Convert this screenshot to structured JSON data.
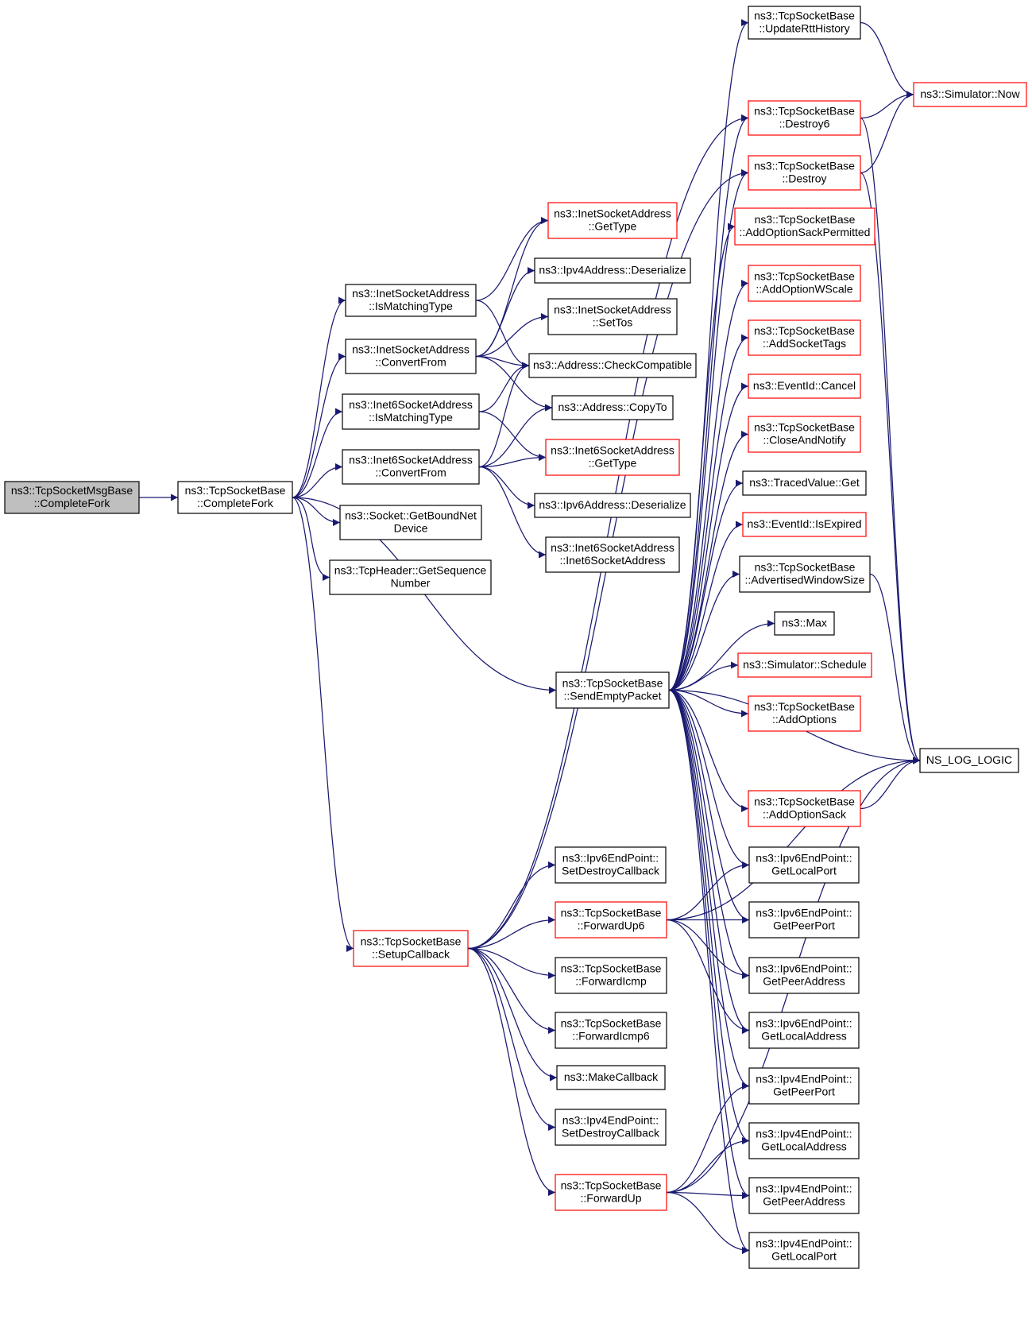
{
  "diagram": {
    "type": "call-graph",
    "colors": {
      "edge": "#191970",
      "node_border": "#000000",
      "node_border_truncated": "#ff0000",
      "root_fill": "#bfbfbf",
      "node_fill": "#ffffff"
    },
    "nodes": [
      {
        "id": "msgbase_completefork",
        "lines": [
          "ns3::TcpSocketMsgBase",
          "::CompleteFork"
        ],
        "style": "root"
      },
      {
        "id": "completefork",
        "lines": [
          "ns3::TcpSocketBase",
          "::CompleteFork"
        ],
        "style": "normal"
      },
      {
        "id": "inet_ismatching",
        "lines": [
          "ns3::InetSocketAddress",
          "::IsMatchingType"
        ],
        "style": "normal"
      },
      {
        "id": "inet_convertfrom",
        "lines": [
          "ns3::InetSocketAddress",
          "::ConvertFrom"
        ],
        "style": "normal"
      },
      {
        "id": "inet6_ismatching",
        "lines": [
          "ns3::Inet6SocketAddress",
          "::IsMatchingType"
        ],
        "style": "normal"
      },
      {
        "id": "inet6_convertfrom",
        "lines": [
          "ns3::Inet6SocketAddress",
          "::ConvertFrom"
        ],
        "style": "normal"
      },
      {
        "id": "getboundnet",
        "lines": [
          "ns3::Socket::GetBoundNet",
          "Device"
        ],
        "style": "normal"
      },
      {
        "id": "getseq",
        "lines": [
          "ns3::TcpHeader::GetSequence",
          "Number"
        ],
        "style": "normal"
      },
      {
        "id": "inet_gettype",
        "lines": [
          "ns3::InetSocketAddress",
          "::GetType"
        ],
        "style": "truncated"
      },
      {
        "id": "ipv4_deser",
        "lines": [
          "ns3::Ipv4Address::Deserialize"
        ],
        "style": "normal"
      },
      {
        "id": "inet_settos",
        "lines": [
          "ns3::InetSocketAddress",
          "::SetTos"
        ],
        "style": "normal"
      },
      {
        "id": "addr_checkcompat",
        "lines": [
          "ns3::Address::CheckCompatible"
        ],
        "style": "normal"
      },
      {
        "id": "addr_copyto",
        "lines": [
          "ns3::Address::CopyTo"
        ],
        "style": "normal"
      },
      {
        "id": "inet6_gettype",
        "lines": [
          "ns3::Inet6SocketAddress",
          "::GetType"
        ],
        "style": "truncated"
      },
      {
        "id": "ipv6_deser",
        "lines": [
          "ns3::Ipv6Address::Deserialize"
        ],
        "style": "normal"
      },
      {
        "id": "inet6_ctor",
        "lines": [
          "ns3::Inet6SocketAddress",
          "::Inet6SocketAddress"
        ],
        "style": "normal"
      },
      {
        "id": "sendempty",
        "lines": [
          "ns3::TcpSocketBase",
          "::SendEmptyPacket"
        ],
        "style": "normal"
      },
      {
        "id": "setupcallback",
        "lines": [
          "ns3::TcpSocketBase",
          "::SetupCallback"
        ],
        "style": "truncated"
      },
      {
        "id": "updatertt",
        "lines": [
          "ns3::TcpSocketBase",
          "::UpdateRttHistory"
        ],
        "style": "normal"
      },
      {
        "id": "sim_now",
        "lines": [
          "ns3::Simulator::Now"
        ],
        "style": "truncated"
      },
      {
        "id": "destroy6",
        "lines": [
          "ns3::TcpSocketBase",
          "::Destroy6"
        ],
        "style": "truncated"
      },
      {
        "id": "destroy",
        "lines": [
          "ns3::TcpSocketBase",
          "::Destroy"
        ],
        "style": "truncated"
      },
      {
        "id": "addsackperm",
        "lines": [
          "ns3::TcpSocketBase",
          "::AddOptionSackPermitted"
        ],
        "style": "truncated"
      },
      {
        "id": "addwscale",
        "lines": [
          "ns3::TcpSocketBase",
          "::AddOptionWScale"
        ],
        "style": "truncated"
      },
      {
        "id": "addsockettags",
        "lines": [
          "ns3::TcpSocketBase",
          "::AddSocketTags"
        ],
        "style": "truncated"
      },
      {
        "id": "event_cancel",
        "lines": [
          "ns3::EventId::Cancel"
        ],
        "style": "truncated"
      },
      {
        "id": "closeandnotify",
        "lines": [
          "ns3::TcpSocketBase",
          "::CloseAndNotify"
        ],
        "style": "truncated"
      },
      {
        "id": "traced_get",
        "lines": [
          "ns3::TracedValue::Get"
        ],
        "style": "normal"
      },
      {
        "id": "event_isexpired",
        "lines": [
          "ns3::EventId::IsExpired"
        ],
        "style": "truncated"
      },
      {
        "id": "advwindow",
        "lines": [
          "ns3::TcpSocketBase",
          "::AdvertisedWindowSize"
        ],
        "style": "normal"
      },
      {
        "id": "max",
        "lines": [
          "ns3::Max"
        ],
        "style": "normal"
      },
      {
        "id": "sim_schedule",
        "lines": [
          "ns3::Simulator::Schedule"
        ],
        "style": "truncated"
      },
      {
        "id": "addoptions",
        "lines": [
          "ns3::TcpSocketBase",
          "::AddOptions"
        ],
        "style": "truncated"
      },
      {
        "id": "ns_log_logic",
        "lines": [
          "NS_LOG_LOGIC"
        ],
        "style": "normal"
      },
      {
        "id": "addoptionsack",
        "lines": [
          "ns3::TcpSocketBase",
          "::AddOptionSack"
        ],
        "style": "truncated"
      },
      {
        "id": "ipv6_setdestroy",
        "lines": [
          "ns3::Ipv6EndPoint::",
          "SetDestroyCallback"
        ],
        "style": "normal"
      },
      {
        "id": "forwardup6",
        "lines": [
          "ns3::TcpSocketBase",
          "::ForwardUp6"
        ],
        "style": "truncated"
      },
      {
        "id": "forwardicmp",
        "lines": [
          "ns3::TcpSocketBase",
          "::ForwardIcmp"
        ],
        "style": "normal"
      },
      {
        "id": "forwardicmp6",
        "lines": [
          "ns3::TcpSocketBase",
          "::ForwardIcmp6"
        ],
        "style": "normal"
      },
      {
        "id": "makecallback",
        "lines": [
          "ns3::MakeCallback"
        ],
        "style": "normal"
      },
      {
        "id": "ipv4_setdestroy",
        "lines": [
          "ns3::Ipv4EndPoint::",
          "SetDestroyCallback"
        ],
        "style": "normal"
      },
      {
        "id": "forwardup",
        "lines": [
          "ns3::TcpSocketBase",
          "::ForwardUp"
        ],
        "style": "truncated"
      },
      {
        "id": "ipv6_getlocalport",
        "lines": [
          "ns3::Ipv6EndPoint::",
          "GetLocalPort"
        ],
        "style": "normal"
      },
      {
        "id": "ipv6_getpeerport",
        "lines": [
          "ns3::Ipv6EndPoint::",
          "GetPeerPort"
        ],
        "style": "normal"
      },
      {
        "id": "ipv6_getpeeraddr",
        "lines": [
          "ns3::Ipv6EndPoint::",
          "GetPeerAddress"
        ],
        "style": "normal"
      },
      {
        "id": "ipv6_getlocaladdr",
        "lines": [
          "ns3::Ipv6EndPoint::",
          "GetLocalAddress"
        ],
        "style": "normal"
      },
      {
        "id": "ipv4_getpeerport",
        "lines": [
          "ns3::Ipv4EndPoint::",
          "GetPeerPort"
        ],
        "style": "normal"
      },
      {
        "id": "ipv4_getlocaladdr",
        "lines": [
          "ns3::Ipv4EndPoint::",
          "GetLocalAddress"
        ],
        "style": "normal"
      },
      {
        "id": "ipv4_getpeeraddr",
        "lines": [
          "ns3::Ipv4EndPoint::",
          "GetPeerAddress"
        ],
        "style": "normal"
      },
      {
        "id": "ipv4_getlocalport",
        "lines": [
          "ns3::Ipv4EndPoint::",
          "GetLocalPort"
        ],
        "style": "normal"
      }
    ],
    "edges": [
      [
        "msgbase_completefork",
        "completefork"
      ],
      [
        "completefork",
        "inet_ismatching"
      ],
      [
        "completefork",
        "inet_convertfrom"
      ],
      [
        "completefork",
        "inet6_ismatching"
      ],
      [
        "completefork",
        "inet6_convertfrom"
      ],
      [
        "completefork",
        "getboundnet"
      ],
      [
        "completefork",
        "getseq"
      ],
      [
        "completefork",
        "sendempty"
      ],
      [
        "completefork",
        "setupcallback"
      ],
      [
        "inet_ismatching",
        "inet_gettype"
      ],
      [
        "inet_ismatching",
        "addr_checkcompat"
      ],
      [
        "inet_convertfrom",
        "inet_gettype"
      ],
      [
        "inet_convertfrom",
        "ipv4_deser"
      ],
      [
        "inet_convertfrom",
        "inet_settos"
      ],
      [
        "inet_convertfrom",
        "addr_checkcompat"
      ],
      [
        "inet_convertfrom",
        "addr_copyto"
      ],
      [
        "inet6_ismatching",
        "addr_checkcompat"
      ],
      [
        "inet6_ismatching",
        "inet6_gettype"
      ],
      [
        "inet6_convertfrom",
        "addr_checkcompat"
      ],
      [
        "inet6_convertfrom",
        "addr_copyto"
      ],
      [
        "inet6_convertfrom",
        "inet6_gettype"
      ],
      [
        "inet6_convertfrom",
        "ipv6_deser"
      ],
      [
        "inet6_convertfrom",
        "inet6_ctor"
      ],
      [
        "sendempty",
        "updatertt"
      ],
      [
        "sendempty",
        "destroy6"
      ],
      [
        "sendempty",
        "destroy"
      ],
      [
        "sendempty",
        "addsackperm"
      ],
      [
        "sendempty",
        "addwscale"
      ],
      [
        "sendempty",
        "addsockettags"
      ],
      [
        "sendempty",
        "event_cancel"
      ],
      [
        "sendempty",
        "closeandnotify"
      ],
      [
        "sendempty",
        "traced_get"
      ],
      [
        "sendempty",
        "event_isexpired"
      ],
      [
        "sendempty",
        "advwindow"
      ],
      [
        "sendempty",
        "max"
      ],
      [
        "sendempty",
        "sim_schedule"
      ],
      [
        "sendempty",
        "addoptions"
      ],
      [
        "sendempty",
        "ns_log_logic"
      ],
      [
        "sendempty",
        "addoptionsack"
      ],
      [
        "sendempty",
        "ipv6_getlocalport"
      ],
      [
        "sendempty",
        "ipv6_getpeerport"
      ],
      [
        "sendempty",
        "ipv6_getpeeraddr"
      ],
      [
        "sendempty",
        "ipv6_getlocaladdr"
      ],
      [
        "sendempty",
        "ipv4_getpeerport"
      ],
      [
        "sendempty",
        "ipv4_getlocaladdr"
      ],
      [
        "sendempty",
        "ipv4_getpeeraddr"
      ],
      [
        "sendempty",
        "ipv4_getlocalport"
      ],
      [
        "setupcallback",
        "ipv6_setdestroy"
      ],
      [
        "setupcallback",
        "forwardup6"
      ],
      [
        "setupcallback",
        "forwardicmp"
      ],
      [
        "setupcallback",
        "forwardicmp6"
      ],
      [
        "setupcallback",
        "makecallback"
      ],
      [
        "setupcallback",
        "ipv4_setdestroy"
      ],
      [
        "setupcallback",
        "forwardup"
      ],
      [
        "setupcallback",
        "destroy6"
      ],
      [
        "setupcallback",
        "destroy"
      ],
      [
        "updatertt",
        "sim_now"
      ],
      [
        "destroy6",
        "sim_now"
      ],
      [
        "destroy6",
        "ns_log_logic"
      ],
      [
        "destroy",
        "sim_now"
      ],
      [
        "destroy",
        "ns_log_logic"
      ],
      [
        "advwindow",
        "ns_log_logic"
      ],
      [
        "addoptionsack",
        "ns_log_logic"
      ],
      [
        "forwardup6",
        "ipv6_getlocalport"
      ],
      [
        "forwardup6",
        "ipv6_getpeerport"
      ],
      [
        "forwardup6",
        "ipv6_getpeeraddr"
      ],
      [
        "forwardup6",
        "ipv6_getlocaladdr"
      ],
      [
        "forwardup6",
        "ns_log_logic"
      ],
      [
        "forwardup",
        "ipv4_getpeerport"
      ],
      [
        "forwardup",
        "ipv4_getlocaladdr"
      ],
      [
        "forwardup",
        "ipv4_getpeeraddr"
      ],
      [
        "forwardup",
        "ipv4_getlocalport"
      ],
      [
        "forwardup",
        "ns_log_logic"
      ]
    ]
  }
}
